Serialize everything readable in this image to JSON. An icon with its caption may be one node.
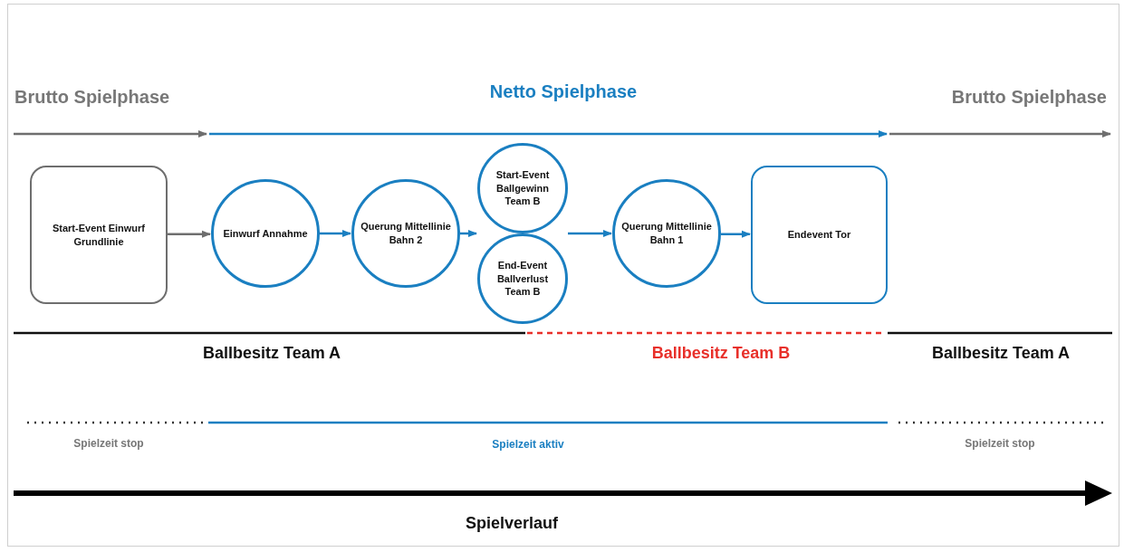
{
  "diagram": {
    "nodes": [
      {
        "text": [
          "Start-Event Einwurf Grundlinie"
        ]
      },
      {
        "text": [
          "Einwurf Annahme"
        ]
      },
      {
        "text": [
          "Querung Mittellinie Bahn 2"
        ]
      },
      {
        "text": [
          "Start-Event Ballgewinn Team B"
        ]
      },
      {
        "text": [
          "End-Event Ballverlust Team B"
        ]
      },
      {
        "text": [
          "Querung Mittellinie Bahn 1"
        ]
      },
      {
        "text": [
          "Endevent Tor"
        ]
      }
    ],
    "edges": [
      {
        "from": 0,
        "to": 1,
        "arrow": "to",
        "color": "#6e6e6e"
      },
      {
        "from": 1,
        "to": 2,
        "arrow": "to"
      },
      {
        "from": 2,
        "to": 3,
        "arrow": "to"
      },
      {
        "from": 2,
        "to": 4,
        "arrow": "to"
      },
      {
        "from": 3,
        "to": 5,
        "arrow": "to"
      },
      {
        "from": 4,
        "to": 5,
        "arrow": "to"
      },
      {
        "from": 5,
        "to": 6,
        "arrow": "to"
      }
    ],
    "labels": [
      "Brutto Spielphase",
      "Netto Spielphase",
      "Brutto Spielphase",
      "Ballbesitz Team A",
      "Ballbesitz Team B",
      "Ballbesitz Team A",
      "Spielzeit stop",
      "Spielzeit aktiv",
      "Spielzeit stop",
      "Spielverlauf"
    ]
  }
}
